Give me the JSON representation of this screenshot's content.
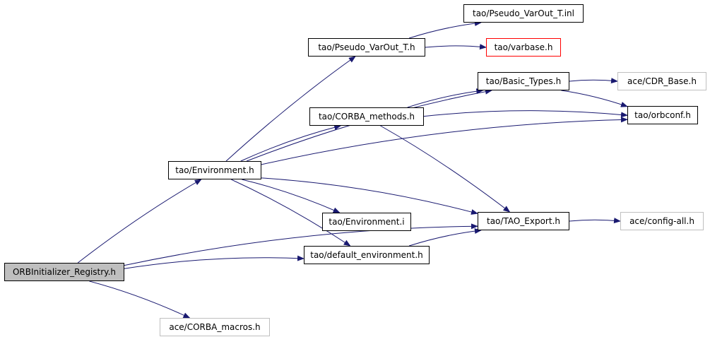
{
  "colors": {
    "edge": "#191970",
    "node_border": "#000000",
    "root_fill": "#bfbfbf",
    "external_border": "#bfbfbf",
    "missing_border": "#ff0000"
  },
  "nodes": [
    {
      "id": "orbinit",
      "label": "ORBInitializer_Registry.h",
      "style": "root"
    },
    {
      "id": "env_h",
      "label": "tao/Environment.h",
      "style": "normal"
    },
    {
      "id": "pseudo_h",
      "label": "tao/Pseudo_VarOut_T.h",
      "style": "normal"
    },
    {
      "id": "pseudo_inl",
      "label": "tao/Pseudo_VarOut_T.inl",
      "style": "normal"
    },
    {
      "id": "varbase",
      "label": "tao/varbase.h",
      "style": "red"
    },
    {
      "id": "basic_types",
      "label": "tao/Basic_Types.h",
      "style": "normal"
    },
    {
      "id": "cdr_base",
      "label": "ace/CDR_Base.h",
      "style": "gray"
    },
    {
      "id": "corba_methods",
      "label": "tao/CORBA_methods.h",
      "style": "normal"
    },
    {
      "id": "orbconf",
      "label": "tao/orbconf.h",
      "style": "normal"
    },
    {
      "id": "env_i",
      "label": "tao/Environment.i",
      "style": "normal"
    },
    {
      "id": "tao_export",
      "label": "tao/TAO_Export.h",
      "style": "normal"
    },
    {
      "id": "config_all",
      "label": "ace/config-all.h",
      "style": "gray"
    },
    {
      "id": "default_env",
      "label": "tao/default_environment.h",
      "style": "normal"
    },
    {
      "id": "corba_macros",
      "label": "ace/CORBA_macros.h",
      "style": "gray"
    }
  ],
  "edges": [
    {
      "from": "orbinit",
      "to": "env_h"
    },
    {
      "from": "orbinit",
      "to": "default_env"
    },
    {
      "from": "orbinit",
      "to": "tao_export"
    },
    {
      "from": "orbinit",
      "to": "corba_macros"
    },
    {
      "from": "env_h",
      "to": "pseudo_h"
    },
    {
      "from": "env_h",
      "to": "basic_types"
    },
    {
      "from": "env_h",
      "to": "corba_methods"
    },
    {
      "from": "env_h",
      "to": "orbconf"
    },
    {
      "from": "env_h",
      "to": "tao_export"
    },
    {
      "from": "env_h",
      "to": "env_i"
    },
    {
      "from": "env_h",
      "to": "default_env"
    },
    {
      "from": "pseudo_h",
      "to": "pseudo_inl"
    },
    {
      "from": "pseudo_h",
      "to": "varbase"
    },
    {
      "from": "basic_types",
      "to": "cdr_base"
    },
    {
      "from": "basic_types",
      "to": "orbconf"
    },
    {
      "from": "corba_methods",
      "to": "basic_types"
    },
    {
      "from": "corba_methods",
      "to": "orbconf"
    },
    {
      "from": "corba_methods",
      "to": "tao_export"
    },
    {
      "from": "tao_export",
      "to": "config_all"
    },
    {
      "from": "default_env",
      "to": "tao_export"
    }
  ]
}
